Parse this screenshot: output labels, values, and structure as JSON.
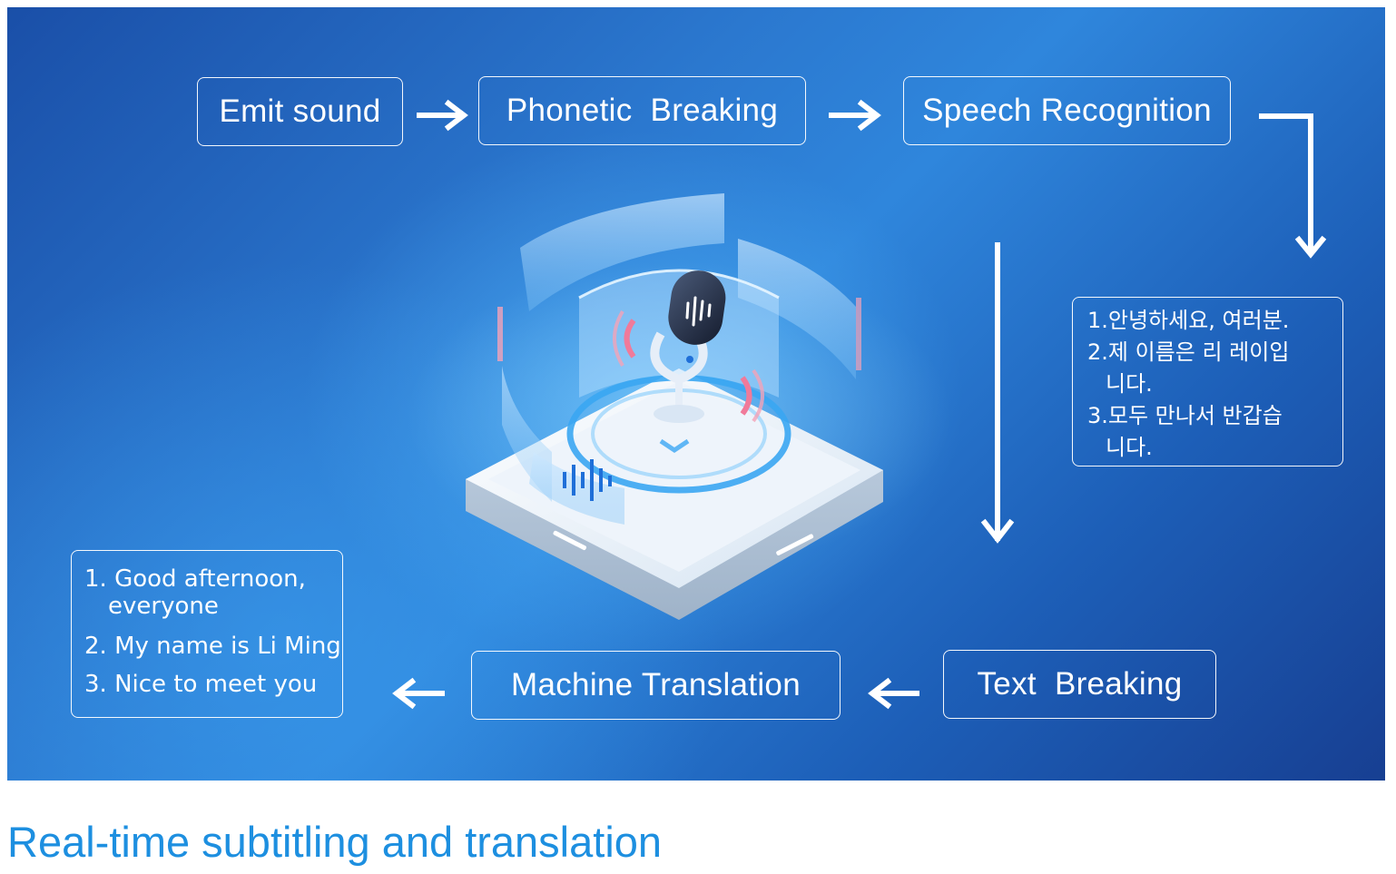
{
  "flow": {
    "emit_sound": "Emit sound",
    "phonetic_breaking": "Phonetic  Breaking",
    "speech_recognition": "Speech Recognition",
    "text_breaking": "Text  Breaking",
    "machine_translation": "Machine Translation"
  },
  "korean_output": {
    "items": [
      {
        "line1": "1.안녕하세요, 여러분.",
        "line2": ""
      },
      {
        "line1": "2.제 이름은 리 레이입",
        "line2": "니다."
      },
      {
        "line1": "3.모두 만나서 반갑습",
        "line2": "니다."
      }
    ]
  },
  "english_output": {
    "items": [
      {
        "line1": "1. Good afternoon,",
        "line2": "everyone"
      },
      {
        "line1": "2. My name is Li Ming",
        "line2": ""
      },
      {
        "line1": "3. Nice to meet you",
        "line2": ""
      }
    ]
  },
  "caption": "Real-time subtitling and translation",
  "colors": {
    "caption": "#1d8fe0",
    "arrow": "#ffffff",
    "bg_light": "#2f86dc",
    "bg_dark": "#173f92"
  },
  "icons": {
    "illustration": "microphone-on-device-icon",
    "arrow": "arrow-icon"
  }
}
